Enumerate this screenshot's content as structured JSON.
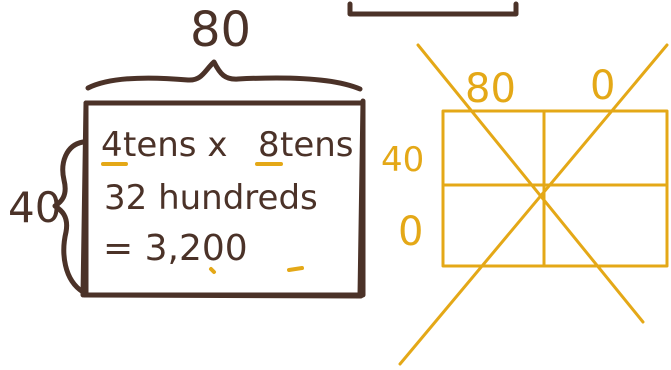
{
  "left_model": {
    "top_label": "80",
    "side_label": "40",
    "line1_left": "4",
    "line1_middle": " tens x ",
    "line1_right_num": "8",
    "line1_right_unit": " tens",
    "line2": "32 hundreds",
    "line3": "= 3,200"
  },
  "right_model": {
    "top_labels": [
      "80",
      "0"
    ],
    "side_labels": [
      "40",
      "0"
    ]
  },
  "colors": {
    "brown": "#4b3228",
    "gold": "#e4a817",
    "background": "#ffffff"
  }
}
